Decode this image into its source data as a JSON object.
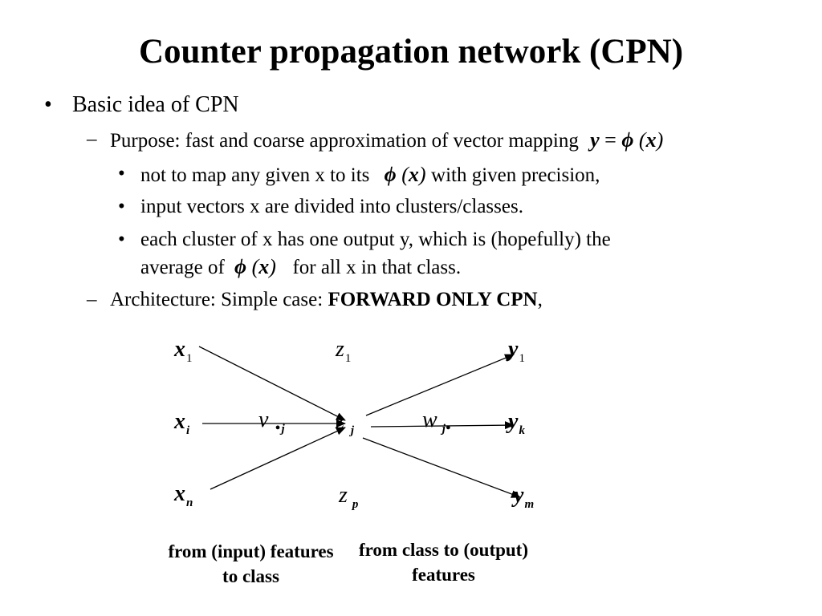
{
  "title": "Counter propagation network (CPN)",
  "bullets": {
    "b1": "Basic idea of CPN",
    "b2_prefix": "Purpose: fast and coarse approximation of vector mapping",
    "b2_y": "y",
    "b2_eq": "=",
    "b2_phi": "ϕ",
    "b2_lp": "(",
    "b2_x": "x",
    "b2_rp": ")",
    "b3_prefix": "not to map any given x to its",
    "b3_phi": "ϕ",
    "b3_lp": "(",
    "b3_x": "x",
    "b3_rp": ")",
    "b3_suffix": "with given precision,",
    "b4": "input vectors x are divided into clusters/classes.",
    "b5_line1": "each cluster of x has one output y, which is (hopefully) the",
    "b5_prefix": "average of",
    "b5_phi": "ϕ",
    "b5_lp": "(",
    "b5_x": "x",
    "b5_rp": ")",
    "b5_suffix": "for all x in that class.",
    "b6_prefix": "Architecture: Simple case:",
    "b6_bold": "FORWARD ONLY CPN",
    "b6_suffix": ","
  },
  "markers": {
    "bullet": "•",
    "dash": "–"
  },
  "diagram": {
    "x1": {
      "base": "x",
      "sub": "1"
    },
    "xi": {
      "base": "x",
      "sub": "i"
    },
    "xn": {
      "base": "x",
      "sub": "n"
    },
    "z1": {
      "base": "z",
      "sub": "1"
    },
    "zj": {
      "base": "z",
      "sub": "j"
    },
    "zp": {
      "base": "z",
      "sub": "p"
    },
    "y1": {
      "base": "y",
      "sub": "1"
    },
    "yk": {
      "base": "y",
      "sub": "k"
    },
    "ym": {
      "base": "y",
      "sub": "m"
    },
    "v": {
      "base": "v",
      "dot": "•",
      "sub": "j"
    },
    "w": {
      "base": "w",
      "sub": "j",
      "dot": "•"
    },
    "caption_left": "from (input) features to class",
    "caption_right": "from class to (output) features"
  }
}
